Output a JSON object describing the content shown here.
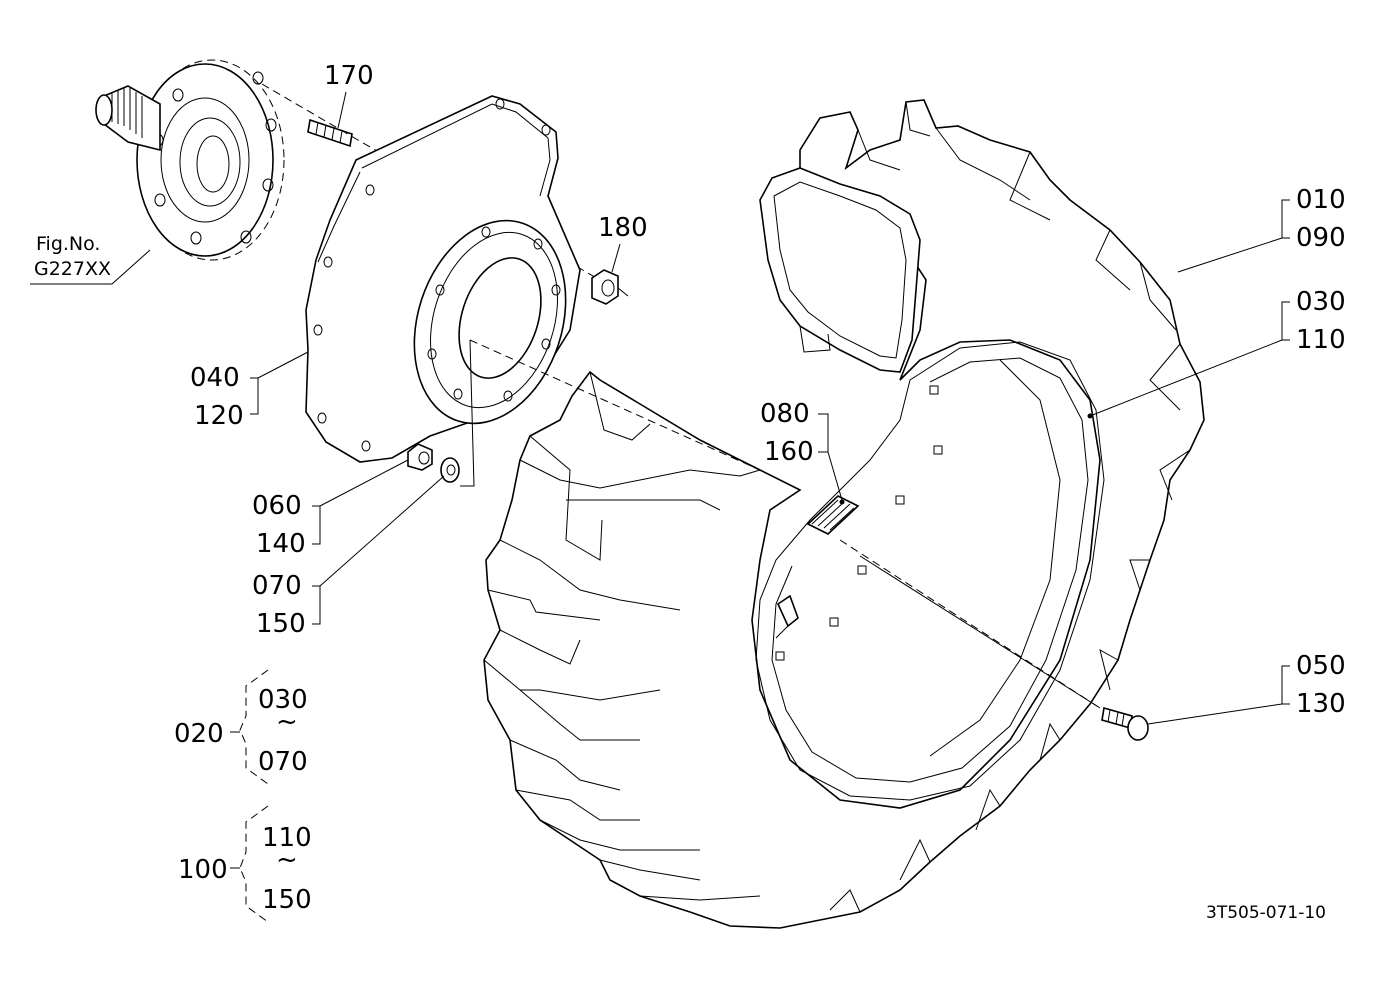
{
  "figure_ref": {
    "line1": "Fig.No.",
    "line2": "G227XX"
  },
  "callouts": {
    "c170": "170",
    "c180": "180",
    "c010": "010",
    "c090": "090",
    "c030": "030",
    "c110": "110",
    "c040": "040",
    "c120": "120",
    "c080": "080",
    "c160": "160",
    "c060": "060",
    "c140": "140",
    "c070": "070",
    "c150": "150",
    "c050": "050",
    "c130": "130"
  },
  "sets": {
    "set020": {
      "id": "020",
      "from": "030",
      "tilde": "~",
      "to": "070"
    },
    "set100": {
      "id": "100",
      "from": "110",
      "tilde": "~",
      "to": "150"
    }
  },
  "drawing_number": "3T505-071-10"
}
